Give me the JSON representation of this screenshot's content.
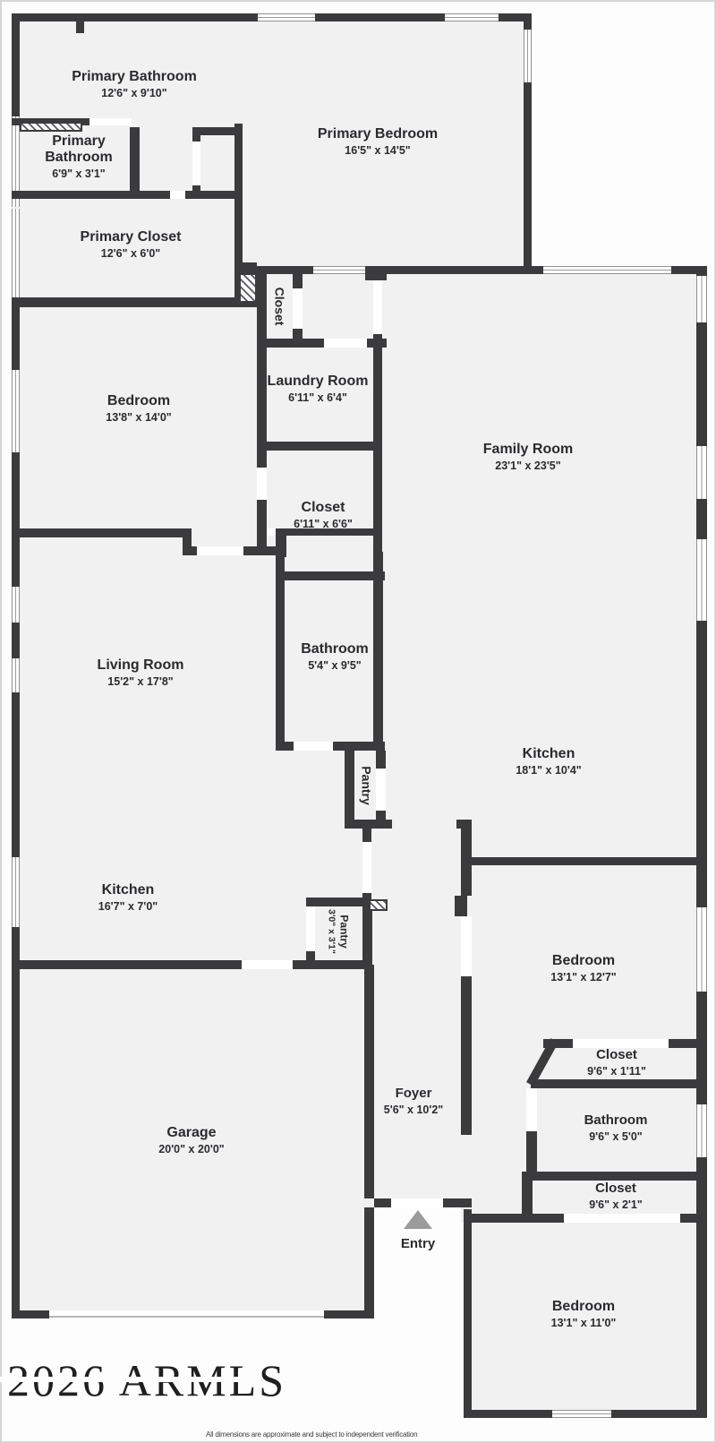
{
  "plan": {
    "rooms": [
      {
        "name": "Primary Bathroom",
        "dims": "12'6\" x 9'10\""
      },
      {
        "name": "Primary Bedroom",
        "dims": "16'5\" x 14'5\""
      },
      {
        "name": "Primary Bathroom",
        "dims": "6'9\" x 3'1\""
      },
      {
        "name": "Primary Closet",
        "dims": "12'6\" x 6'0\""
      },
      {
        "name": "Closet"
      },
      {
        "name": "Laundry Room",
        "dims": "6'11\" x 6'4\""
      },
      {
        "name": "Bedroom",
        "dims": "13'8\" x 14'0\""
      },
      {
        "name": "Family Room",
        "dims": "23'1\" x 23'5\""
      },
      {
        "name": "Closet",
        "dims": "6'11\" x 6'6\""
      },
      {
        "name": "Bathroom",
        "dims": "5'4\" x 9'5\""
      },
      {
        "name": "Living Room",
        "dims": "15'2\" x 17'8\""
      },
      {
        "name": "Kitchen",
        "dims": "18'1\" x 10'4\""
      },
      {
        "name": "Pantry"
      },
      {
        "name": "Kitchen",
        "dims": "16'7\" x 7'0\""
      },
      {
        "name": "Pantry",
        "dims": "3'0\" x 3'1\""
      },
      {
        "name": "Bedroom",
        "dims": "13'1\" x 12'7\""
      },
      {
        "name": "Closet",
        "dims": "9'6\" x 1'11\""
      },
      {
        "name": "Garage",
        "dims": "20'0\" x 20'0\""
      },
      {
        "name": "Foyer",
        "dims": "5'6\" x 10'2\""
      },
      {
        "name": "Bathroom",
        "dims": "9'6\" x 5'0\""
      },
      {
        "name": "Closet",
        "dims": "9'6\" x 2'1\""
      },
      {
        "name": "Bedroom",
        "dims": "13'1\" x 11'0\""
      }
    ],
    "entry_label": "Entry",
    "watermark": "2026 ARMLS",
    "footer": "All dimensions are approximate and subject to independent verification",
    "colors": {
      "wall": "#3b3b3d",
      "room_fill": "#f1f1f2",
      "background": "#fdfdfd",
      "window_line": "#9a9a9a",
      "entry_arrow": "#9b9b9b",
      "text": "#2b2b2e"
    }
  }
}
